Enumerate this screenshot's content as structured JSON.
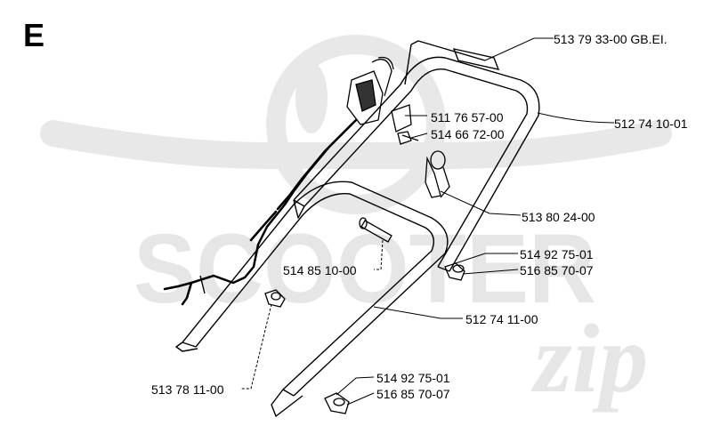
{
  "section": "E",
  "watermark": {
    "brand": "SCOOTER",
    "brand_script": "zip",
    "color": "#e6e6e6"
  },
  "line_color": "#000000",
  "parts": [
    {
      "id": "p1",
      "number": "513 79 33-00 GB.EI."
    },
    {
      "id": "p2",
      "number": "511 76 57-00"
    },
    {
      "id": "p3",
      "number": "512 74 10-01"
    },
    {
      "id": "p4",
      "number": "514 66 72-00"
    },
    {
      "id": "p5",
      "number": "513 80 24-00"
    },
    {
      "id": "p6",
      "number": "514 92 75-01"
    },
    {
      "id": "p7",
      "number": "516 85 70-07"
    },
    {
      "id": "p8",
      "number": "514 85 10-00"
    },
    {
      "id": "p9",
      "number": "512 74 11-00"
    },
    {
      "id": "p10",
      "number": "514 92 75-01"
    },
    {
      "id": "p11",
      "number": "516 85 70-07"
    },
    {
      "id": "p12",
      "number": "513 78 11-00"
    }
  ]
}
